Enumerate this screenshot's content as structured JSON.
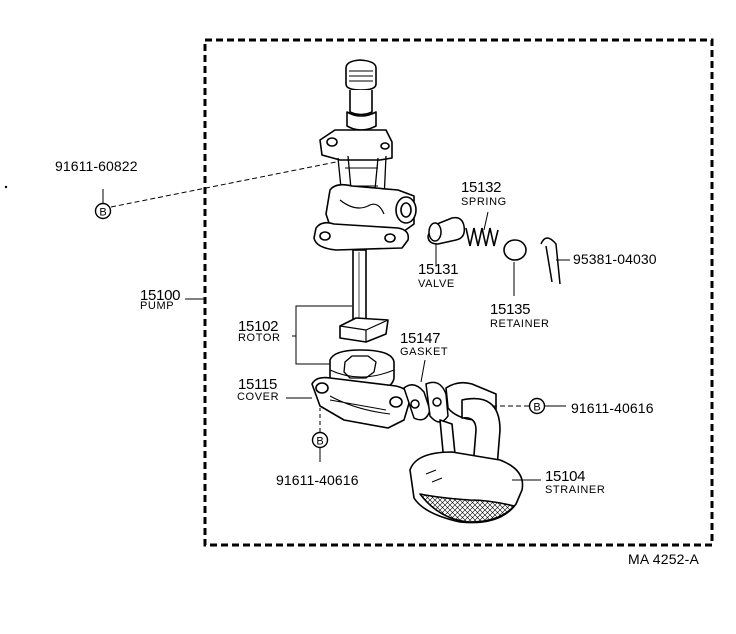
{
  "parts": {
    "pump": {
      "number": "15100",
      "name": "PUMP"
    },
    "rotor": {
      "number": "15102",
      "name": "ROTOR"
    },
    "cover": {
      "number": "15115",
      "name": "COVER"
    },
    "spring": {
      "number": "15132",
      "name": "SPRING"
    },
    "valve": {
      "number": "15131",
      "name": "VALVE"
    },
    "retainer": {
      "number": "15135",
      "name": "RETAINER"
    },
    "gasket": {
      "number": "15147",
      "name": "GASKET"
    },
    "strainer": {
      "number": "15104",
      "name": "STRAINER"
    }
  },
  "fasteners": {
    "top_bolt": {
      "marker": "B",
      "part_no": "91611-60822"
    },
    "cover_bolt": {
      "marker": "B",
      "part_no": "91611-40616"
    },
    "strainer_bolt": {
      "marker": "B",
      "part_no": "91611-40616"
    },
    "cotter_pin": {
      "part_no": "95381-04030"
    }
  },
  "diagram_ref": "MA 4252-A"
}
